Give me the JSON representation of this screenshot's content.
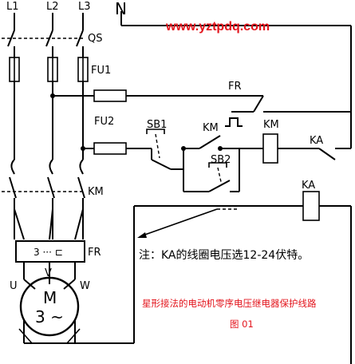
{
  "website": "www.yztpdq.com",
  "supply": {
    "l1": "L1",
    "l2": "L2",
    "l3": "L3",
    "neutral": "N"
  },
  "components": {
    "qs": "QS",
    "fu1": "FU1",
    "fu2": "FU2",
    "km": "KM",
    "fr": "FR",
    "sb1": "SB1",
    "sb2": "SB2",
    "ka": "KA"
  },
  "relay_box_label": "3 ··· ⊏",
  "motor": {
    "symbol": "M",
    "phase": "3 ~",
    "u": "U",
    "v": "V",
    "w": "W"
  },
  "note": "注：KA的线圈电压选12-24伏特。",
  "caption": "星形接法的电动机零序电压继电器保护线路",
  "figure_label": "图 01",
  "colors": {
    "caption": "#e3141c",
    "line": "#000000",
    "background": "#ffffff"
  }
}
